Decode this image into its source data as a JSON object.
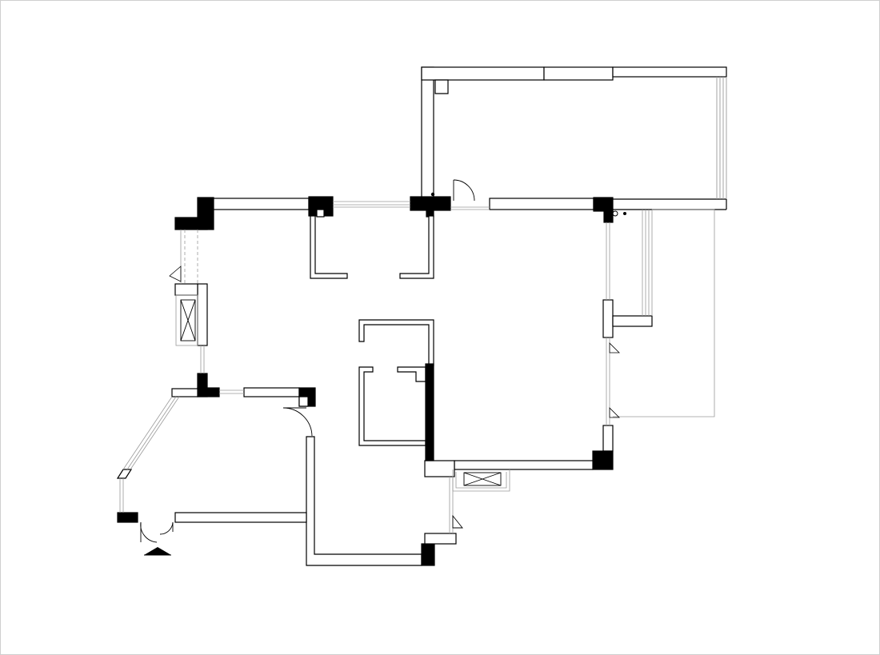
{
  "drawing": {
    "type": "architectural floor plan",
    "text_labels": [],
    "colors": {
      "background": "#ffffff",
      "wall_line": "#000000",
      "solid_column": "#000000",
      "window_line": "#9a9a9a",
      "border": "#cfcfcf"
    },
    "elements": {
      "entrance_marker_icon": "triangle-up",
      "ventilation_shaft_icon": "cross-box"
    }
  }
}
